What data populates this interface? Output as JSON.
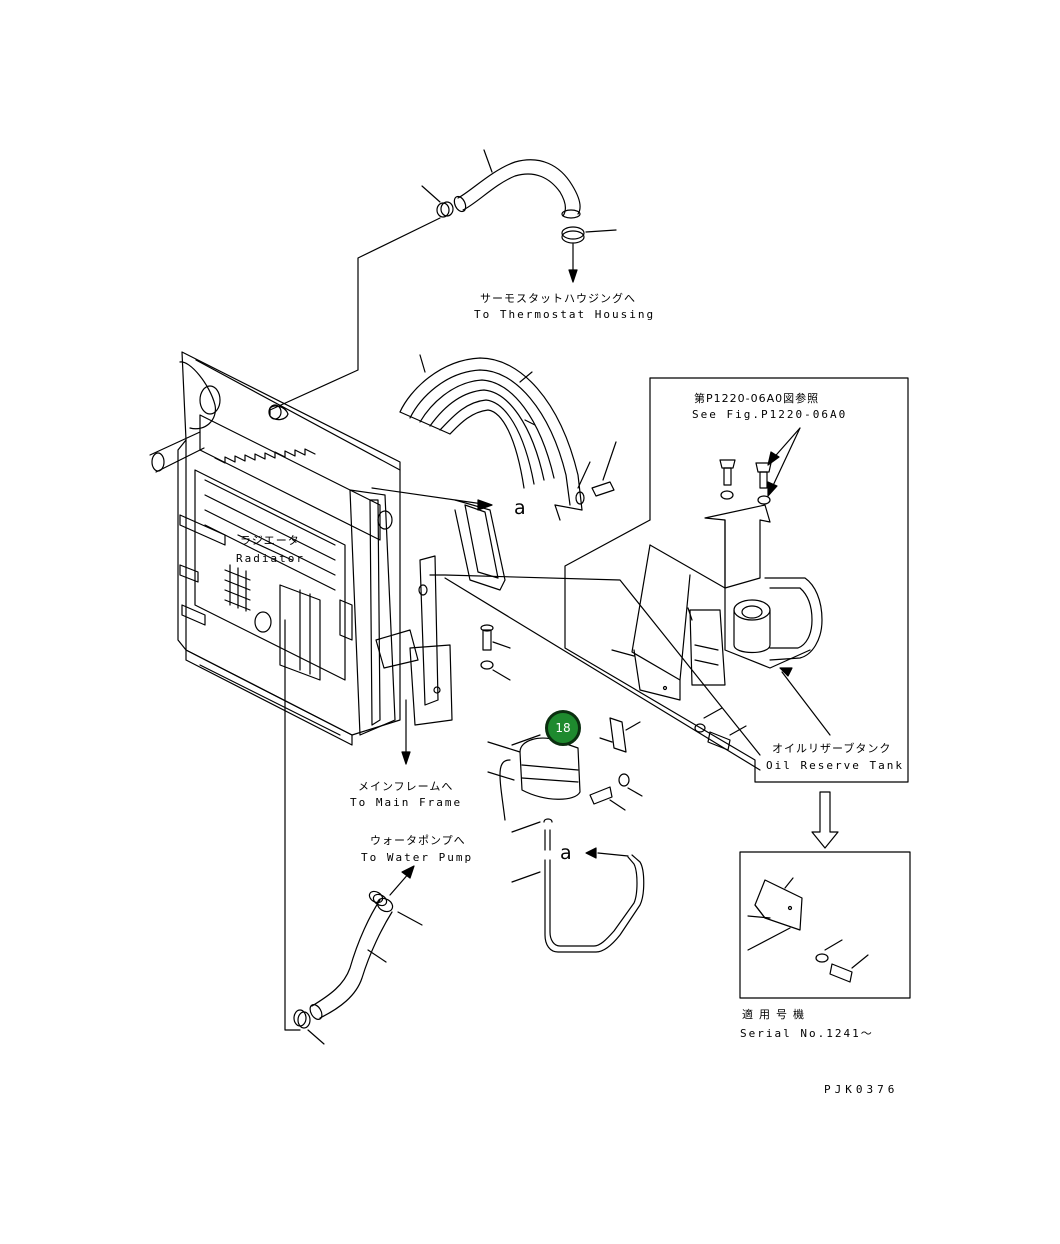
{
  "labels": {
    "thermostat_ja": "サーモスタットハウジングへ",
    "thermostat_en": "To Thermostat Housing",
    "see_fig_ja": "第P1220-06A0図参照",
    "see_fig_en": "See Fig.P1220-06A0",
    "radiator_ja": "ラジエータ",
    "radiator_en": "Radiator",
    "oil_tank_ja": "オイルリザーブタンク",
    "oil_tank_en": "Oil Reserve Tank",
    "main_frame_ja": "メインフレームへ",
    "main_frame_en": "To Main Frame",
    "water_pump_ja": "ウォータポンプへ",
    "water_pump_en": "To Water Pump",
    "serial_ja": "適用号機",
    "serial_en": "Serial No.1241〜",
    "ref_a_top": "a",
    "ref_a_bottom": "a",
    "drawing_code": "PJK0376"
  },
  "callouts": [
    {
      "number": "18",
      "color": "#1e8a2e"
    }
  ]
}
